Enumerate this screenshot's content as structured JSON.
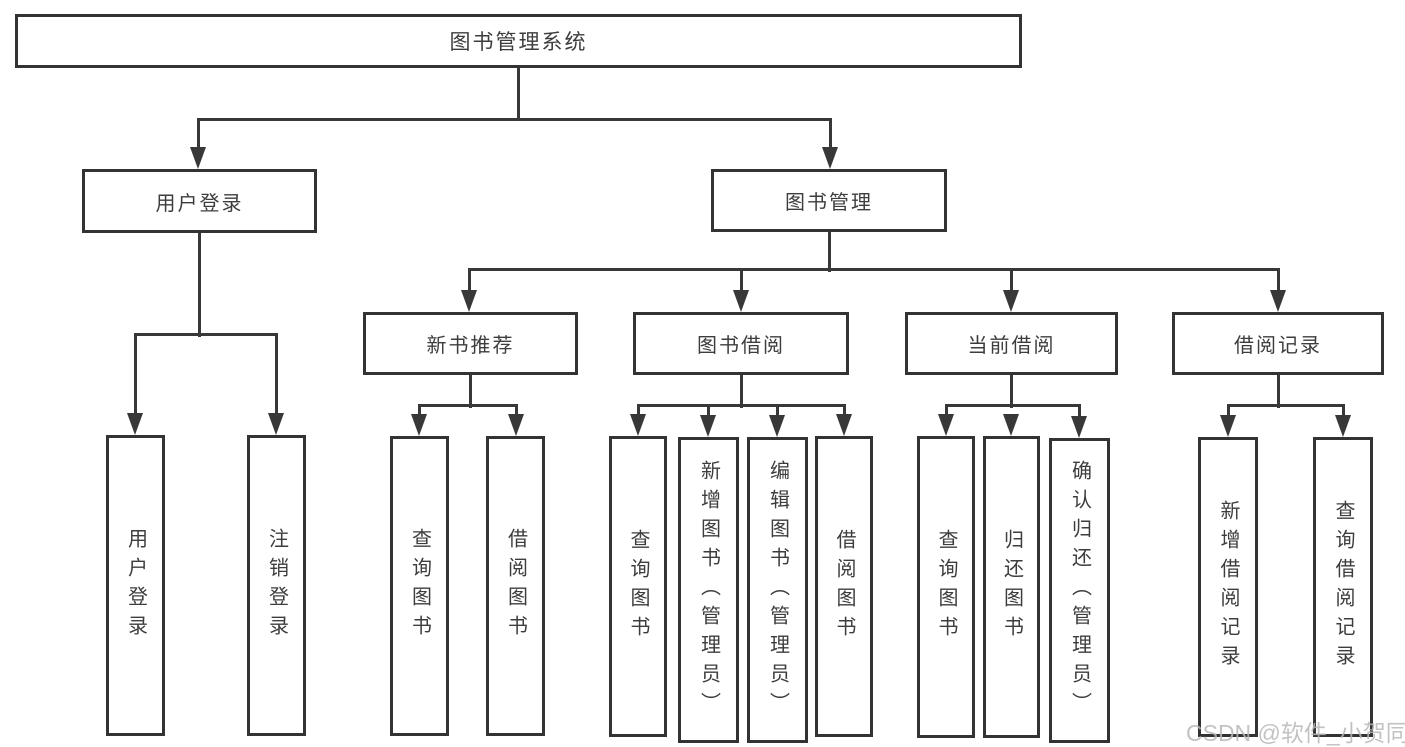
{
  "diagram": {
    "root": {
      "label": "图书管理系统"
    },
    "level2": [
      {
        "label": "用户登录"
      },
      {
        "label": "图书管理"
      }
    ],
    "level3": [
      {
        "label": "新书推荐"
      },
      {
        "label": "图书借阅"
      },
      {
        "label": "当前借阅"
      },
      {
        "label": "借阅记录"
      }
    ],
    "leaves": {
      "user_login": [
        {
          "label": "用户登录"
        },
        {
          "label": "注销登录"
        }
      ],
      "new_book_recommend": [
        {
          "label": "查询图书"
        },
        {
          "label": "借阅图书"
        }
      ],
      "book_borrowing": [
        {
          "label": "查询图书"
        },
        {
          "label": "新增图书（管理员）"
        },
        {
          "label": "编辑图书（管理员）"
        },
        {
          "label": "借阅图书"
        }
      ],
      "current_borrowing": [
        {
          "label": "查询图书"
        },
        {
          "label": "归还图书"
        },
        {
          "label": "确认归还（管理员）"
        }
      ],
      "borrow_records": [
        {
          "label": "新增借阅记录"
        },
        {
          "label": "查询借阅记录"
        }
      ]
    }
  },
  "watermark": {
    "text": "CSDN @软件_小贺同学"
  },
  "colors": {
    "line": "#383838",
    "box_border": "#333333",
    "text": "#3d3d3d",
    "watermark": "#b8b8b8",
    "background": "#ffffff"
  }
}
